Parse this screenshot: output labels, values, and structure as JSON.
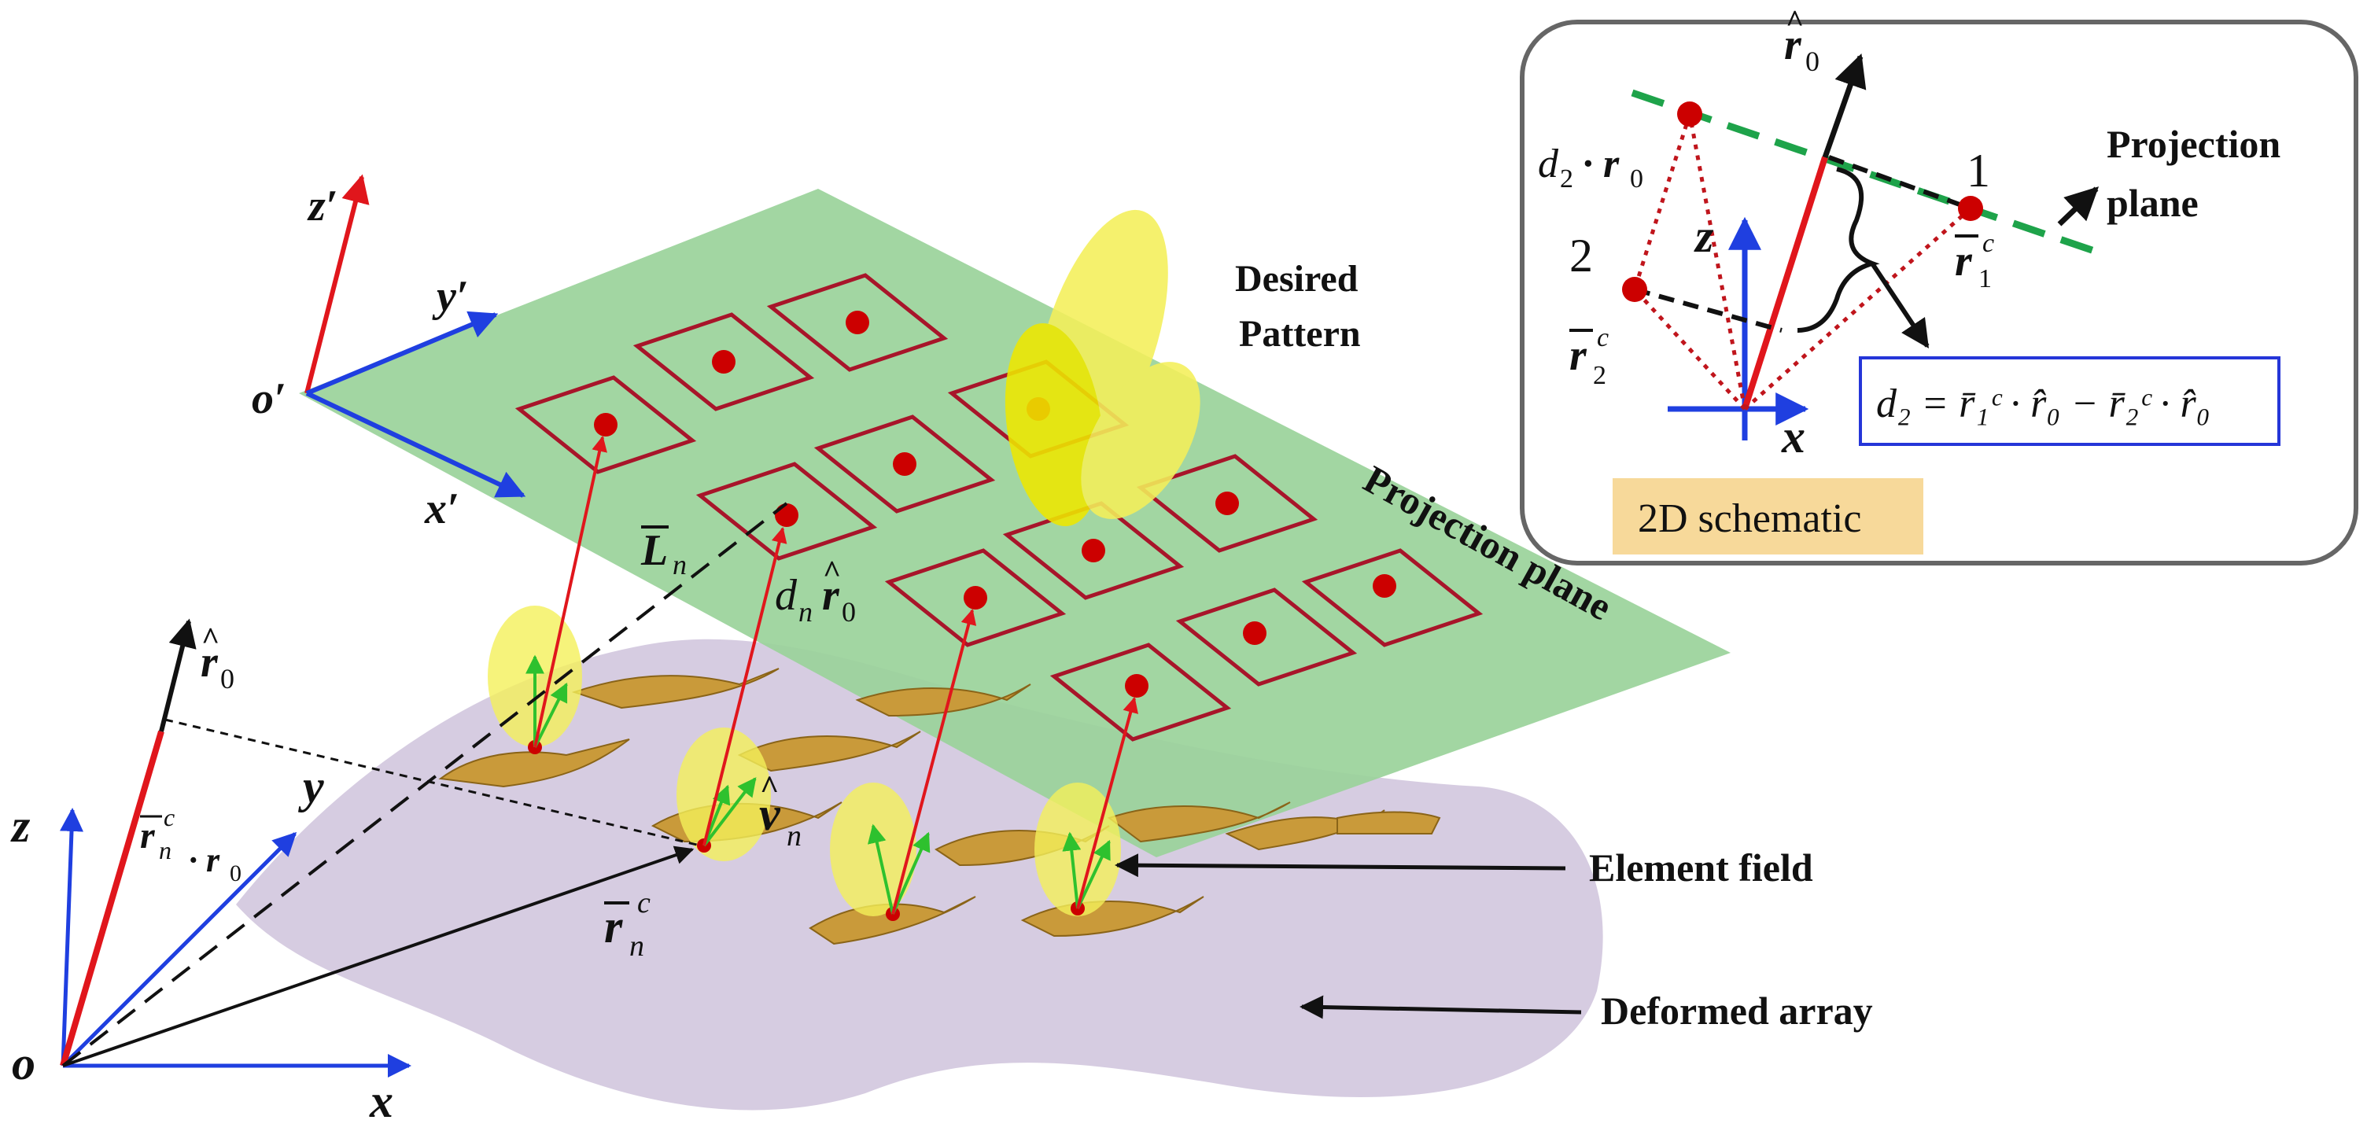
{
  "colors": {
    "plane_green": "#9ad39a",
    "array_lavender": "#cfc3dc",
    "element_patch": "#c99a3a",
    "element_field": "#f4f05a",
    "patch_outline": "#a8152a",
    "dot_red": "#cc0000",
    "axis_blue": "#1f3fe0",
    "axis_red": "#e0161c",
    "arrow_green": "#2ec12e",
    "inset_label_bg": "#f7d99a",
    "inset_formula_border": "#2536d8",
    "projection_dashed": "#1ea34a"
  },
  "main": {
    "label_z_prime": "z′",
    "label_y_prime": "y′",
    "label_x_prime": "x′",
    "label_o_prime": "o′",
    "label_desired": "Desired",
    "label_pattern": "Pattern",
    "label_projection_plane": "Projection plane",
    "label_L": "L",
    "label_L_sub": "n",
    "label_d": "d",
    "label_d_sub": "n",
    "label_r0": "r",
    "label_r0_sub": "0",
    "label_v": "v",
    "label_v_sub": "n",
    "label_rn": "r",
    "label_rn_sub": "n",
    "label_rn_sup": "c",
    "label_rn_dot": "r",
    "label_rn_dot_sub": "n",
    "label_rn_dot_sup": "c",
    "label_dot_r0": "· r",
    "label_dot_r0_sub": "0",
    "label_z": "z",
    "label_y": "y",
    "label_x": "x",
    "label_o": "o",
    "label_element_field": "Element field",
    "label_deformed_array": "Deformed array"
  },
  "inset": {
    "label_r0": "r",
    "label_r0_sub": "0",
    "label_d2": "d",
    "label_d2_sub": "2",
    "label_d2_dot": "· r",
    "label_d2_dot_sub": "0",
    "label_z": "z",
    "label_x": "x",
    "label_1": "1",
    "label_2": "2",
    "label_r1": "r",
    "label_r1_sub": "1",
    "label_r1_sup": "c",
    "label_r2": "r",
    "label_r2_sub": "2",
    "label_r2_sup": "c",
    "label_projection": "Projection",
    "label_plane": "plane",
    "formula": "d₂ = r̄₁ᶜ · r̂₀ − r̄₂ᶜ · r̂₀",
    "schematic_label": "2D schematic"
  }
}
